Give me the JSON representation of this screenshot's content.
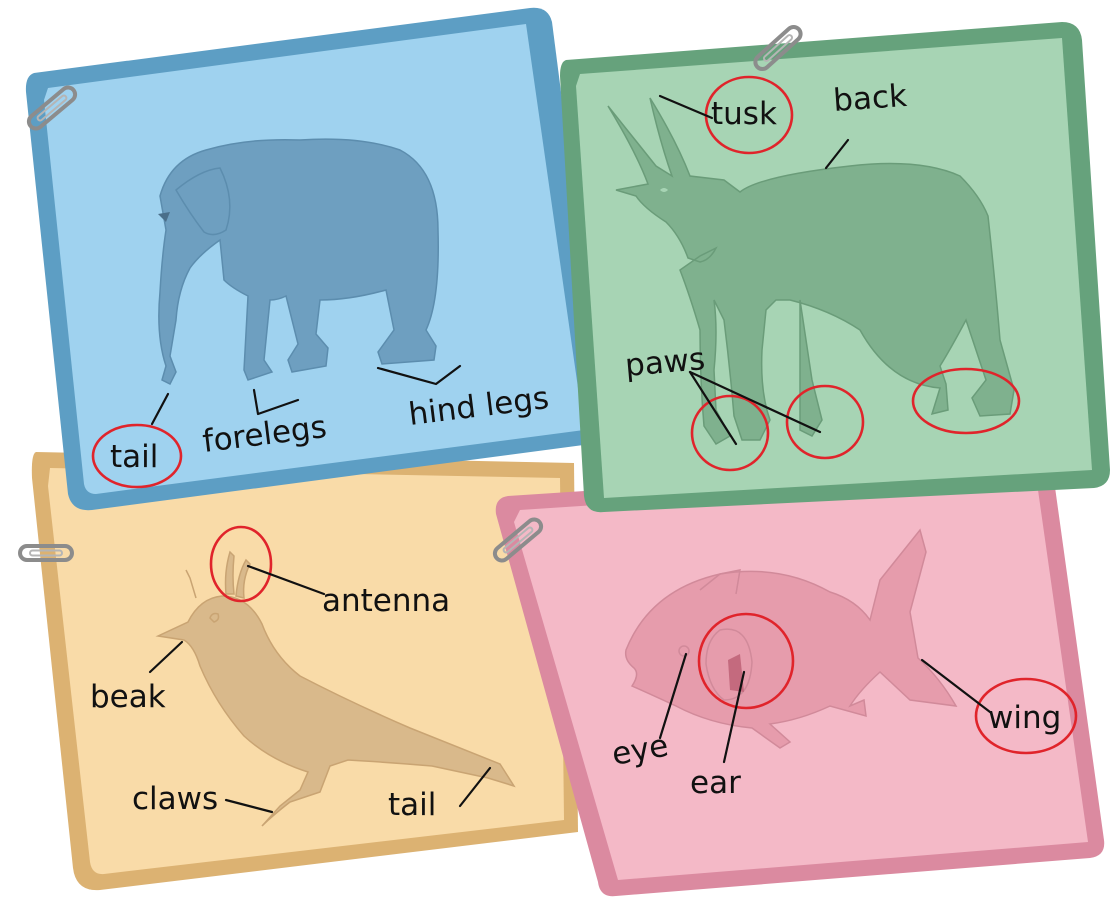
{
  "colors": {
    "elephant_card": "#9fd2ef",
    "elephant_frame": "#5d9ec4",
    "elephant_silhouette": "#6e9fc0",
    "cow_card": "#a7d4b4",
    "cow_frame": "#66a27c",
    "cow_silhouette": "#7fb18e",
    "bird_card": "#f9dba8",
    "bird_frame": "#dcb272",
    "bird_silhouette": "#d9b98b",
    "fish_card": "#f4b9c7",
    "fish_frame": "#db8aa0",
    "fish_silhouette": "#e69cac",
    "circle": "#e0242b",
    "clip": "#888888"
  },
  "cards": {
    "elephant": {
      "picture": "elephant",
      "labels": {
        "tail": "tail",
        "forelegs": "forelegs",
        "hind_legs": "hind legs"
      }
    },
    "cow": {
      "picture": "cow",
      "labels": {
        "tusk": "tusk",
        "back": "back",
        "paws": "paws"
      }
    },
    "bird": {
      "picture": "bird",
      "labels": {
        "antenna": "antenna",
        "beak": "beak",
        "claws": "claws",
        "tail": "tail"
      }
    },
    "fish": {
      "picture": "fish",
      "labels": {
        "eye": "eye",
        "ear": "ear",
        "wing": "wing"
      }
    }
  },
  "icons": [
    "paperclip-icon"
  ]
}
